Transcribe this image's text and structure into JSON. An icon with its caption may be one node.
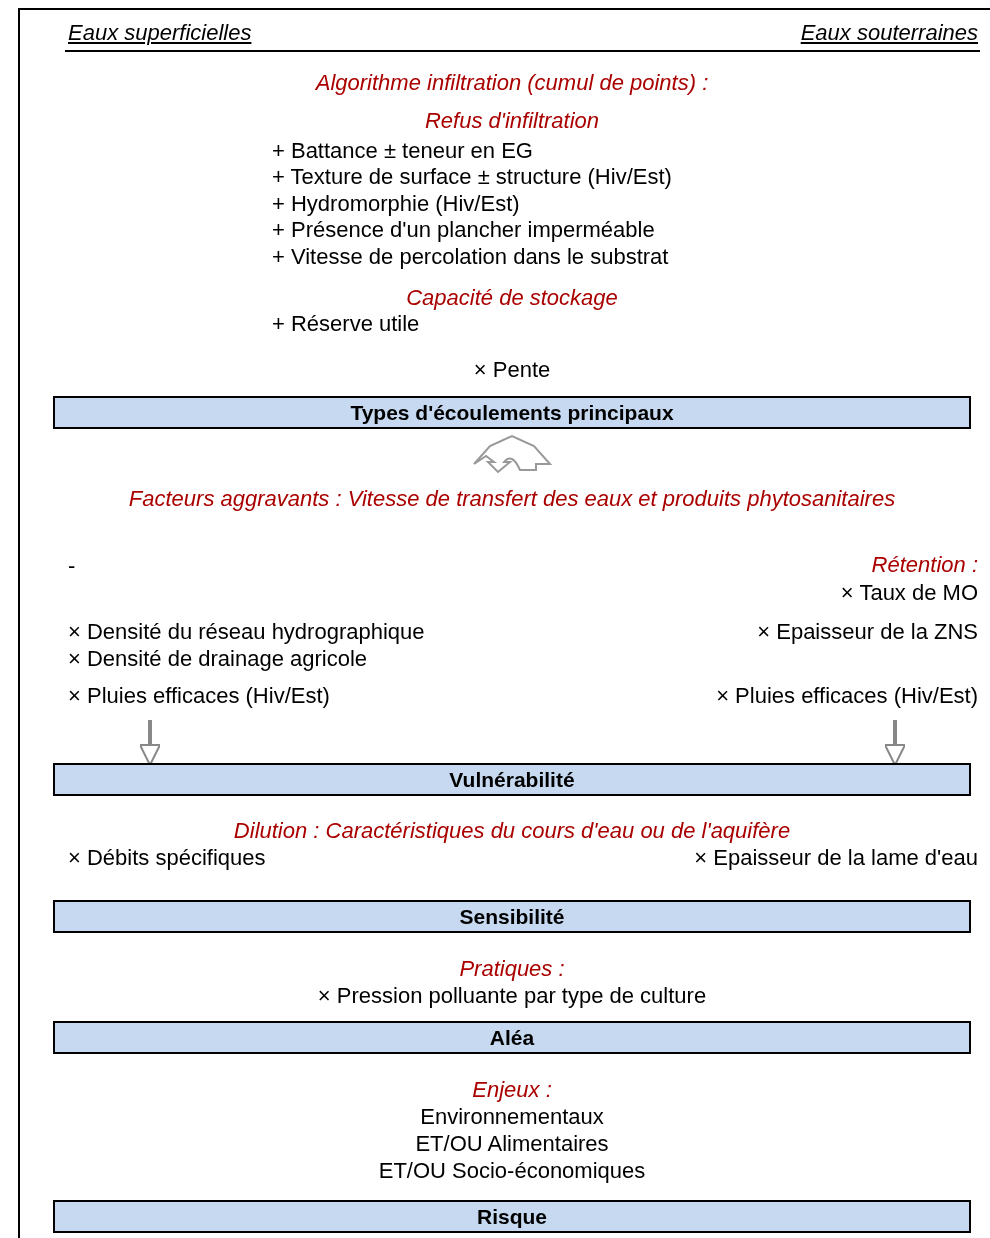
{
  "diagram": {
    "nodes": [
      {
        "text": [
          "Types d'écoulements principaux"
        ]
      },
      {
        "text": [
          "Vulnérabilité"
        ]
      },
      {
        "text": [
          "Sensibilité"
        ]
      },
      {
        "text": [
          "Aléa"
        ]
      },
      {
        "text": [
          "Risque"
        ]
      }
    ],
    "edges": [
      {
        "from": null,
        "to": 1,
        "arrow": "to"
      },
      {
        "from": null,
        "to": 1,
        "arrow": "to"
      }
    ],
    "labels": [
      "Eaux superficielles",
      "Eaux souterraines",
      "Algorithme infiltration (cumul de points) :",
      "Refus d'infiltration",
      "+ Battance ± teneur en EG",
      "+ Texture de surface ± structure (Hiv/Est)",
      "+ Hydromorphie (Hiv/Est)",
      "+ Présence d'un plancher imperméable",
      "+ Vitesse de percolation dans le substrat",
      "Capacité de stockage",
      "+ Réserve utile",
      "× Pente",
      "Facteurs aggravants : Vitesse de transfert des eaux et produits phytosanitaires",
      "-",
      "Rétention :",
      "× Taux de MO",
      "× Densité du réseau hydrographique",
      "× Epaisseur de la ZNS",
      "× Densité de drainage agricole",
      "× Pluies efficaces (Hiv/Est)",
      "× Pluies efficaces (Hiv/Est)",
      "Dilution : Caractéristiques du cours d'eau ou de l'aquifère",
      "× Débits spécifiques",
      "× Epaisseur de la lame d'eau",
      "Pratiques :",
      "× Pression polluante par type de culture",
      "Enjeux :",
      "Environnementaux",
      "ET/OU Alimentaires",
      "ET/OU Socio-économiques"
    ]
  }
}
